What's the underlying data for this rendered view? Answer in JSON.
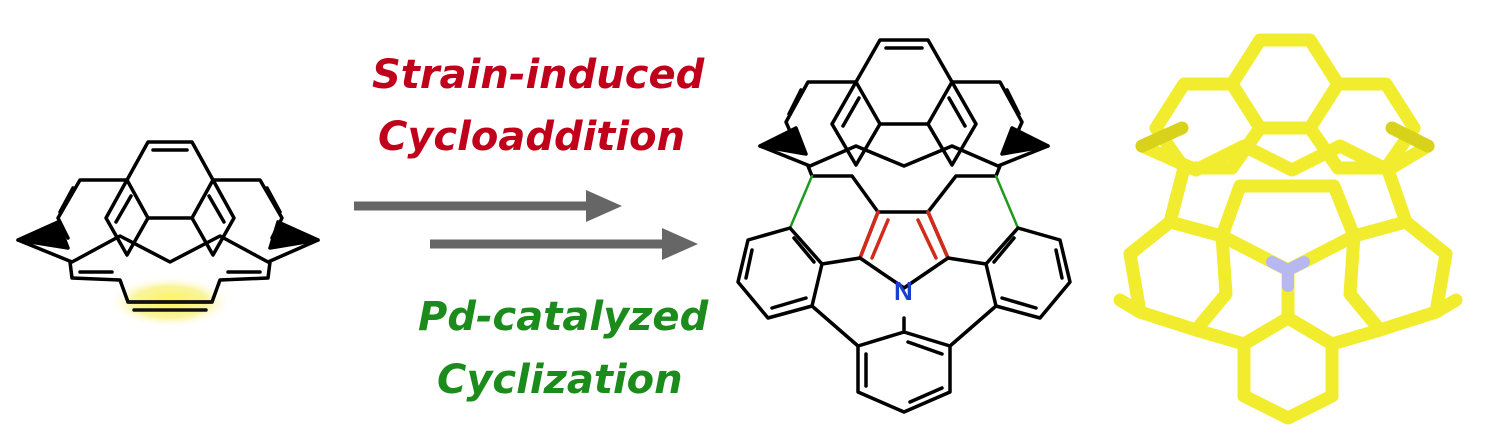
{
  "labels": {
    "step1_line1": "Strain-induced",
    "step1_line2": "Cycloaddition",
    "step2_line1": "Pd-catalyzed",
    "step2_line2": "Cyclization",
    "nitrogen": "N"
  },
  "colors": {
    "step1_text": "#c0001a",
    "step2_text": "#1b8c1b",
    "arrow": "#666666",
    "bond": "#000000",
    "new_cc_bond": "#1e9a1e",
    "pyrrole_bond": "#d42a1a",
    "nitrogen": "#1a3fd0",
    "alkyne_glow": "#f4f060",
    "crystal_stick": "#f2ec2e",
    "crystal_nitrogen": "#b8b8f0"
  },
  "icons": [
    "reactant-nanohoop-icon",
    "product-structure-icon",
    "crystal-structure-icon"
  ]
}
